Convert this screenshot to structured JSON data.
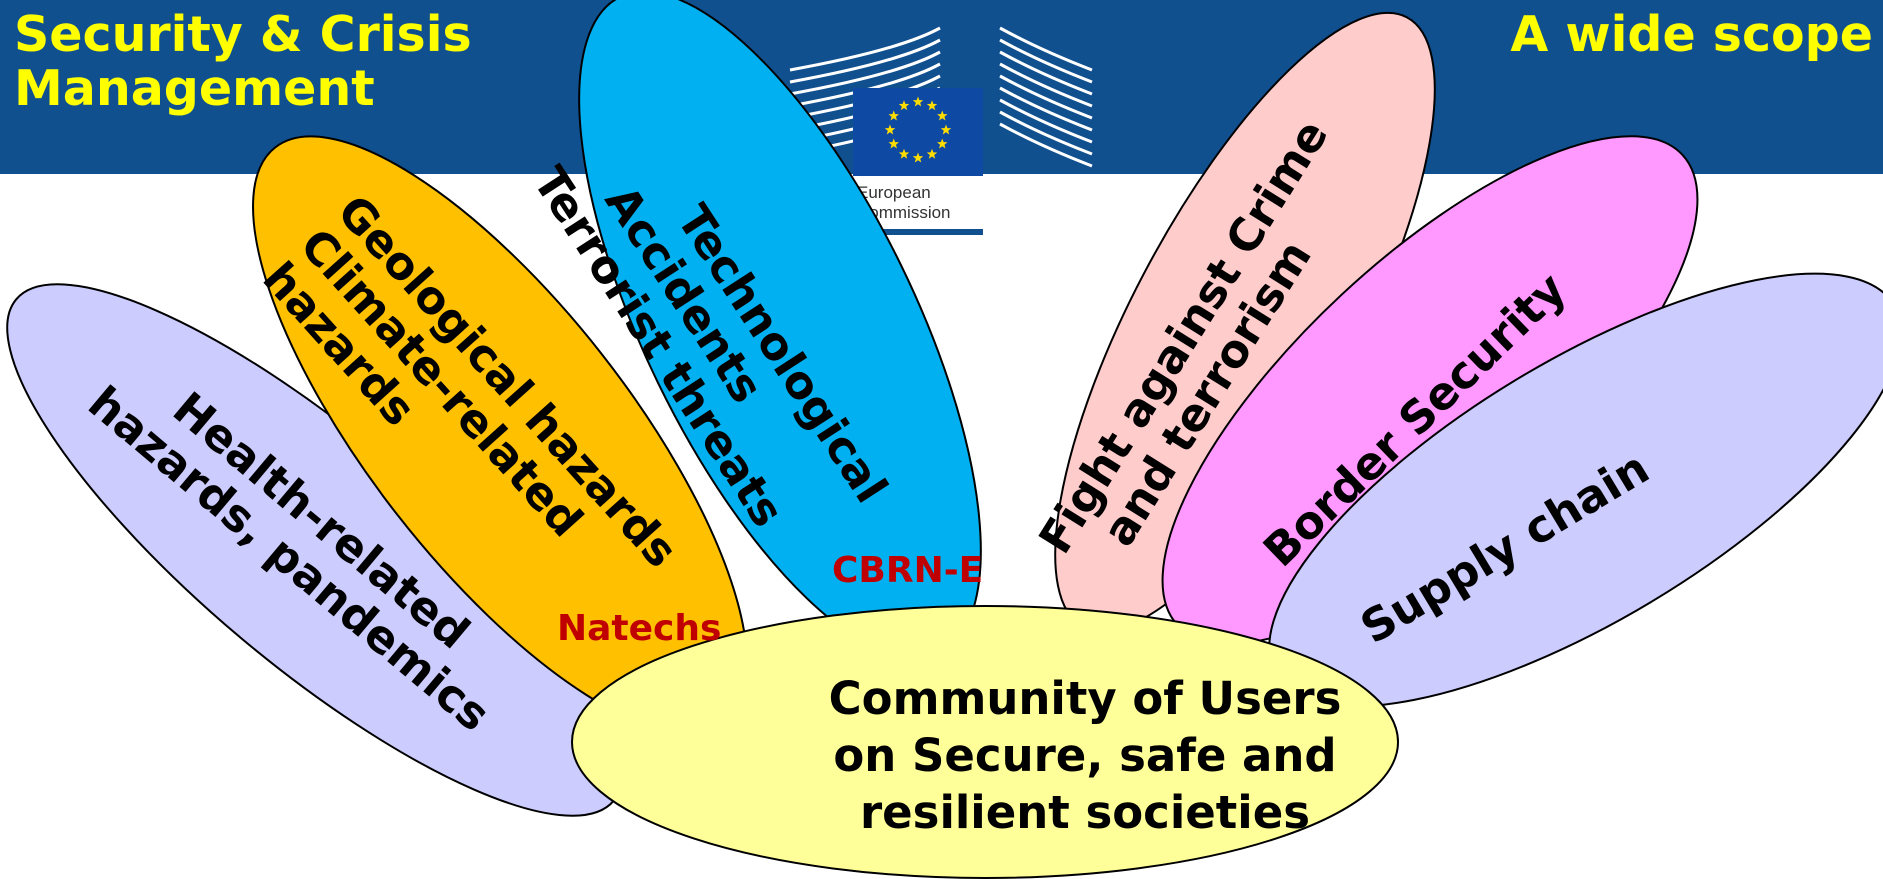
{
  "header": {
    "title": "Security & Crisis Management",
    "scope_title": "A wide scope",
    "bg_color": "#10508f",
    "title_color": "#ffff00"
  },
  "logo": {
    "line1": "European",
    "line2": "Commission",
    "flag_color": "#0e4aa3",
    "star_color": "#ffdd00"
  },
  "petals": [
    {
      "id": "health",
      "lines": [
        "Health-related",
        "hazards, pandemics"
      ],
      "color": "#ccccff"
    },
    {
      "id": "geo",
      "lines": [
        "Geological hazards",
        "Climate-related",
        "hazards"
      ],
      "color": "#ffc000"
    },
    {
      "id": "tech",
      "lines": [
        "Technological",
        "Accidents",
        "Terrorist threats"
      ],
      "color": "#00b0f0"
    },
    {
      "id": "crime",
      "lines": [
        "Fight against Crime",
        "and terrorism"
      ],
      "color": "#ffcccc"
    },
    {
      "id": "border",
      "lines": [
        "Border Security"
      ],
      "color": "#ff99ff"
    },
    {
      "id": "supply",
      "lines": [
        "Supply chain"
      ],
      "color": "#ccccff"
    }
  ],
  "notes": {
    "natechs": "Natechs",
    "cbrne": "CBRN-E"
  },
  "center": {
    "text": "Community of Users on Secure, safe and resilient societies",
    "color": "#ffff99"
  }
}
